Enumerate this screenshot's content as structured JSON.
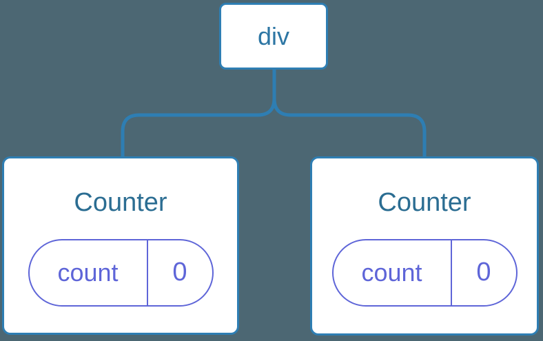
{
  "diagram": {
    "description": "component-tree",
    "root": {
      "label": "div"
    },
    "children": [
      {
        "title": "Counter",
        "state": {
          "key": "count",
          "value": "0"
        }
      },
      {
        "title": "Counter",
        "state": {
          "key": "count",
          "value": "0"
        }
      }
    ]
  },
  "colors": {
    "background": "#4c6773",
    "node_border": "#2e7eb3",
    "node_background": "#ffffff",
    "connector": "#2e7eb3",
    "root_label": "#2d76a4",
    "component_title": "#2b6d92",
    "state_accent": "#5e65d8"
  }
}
